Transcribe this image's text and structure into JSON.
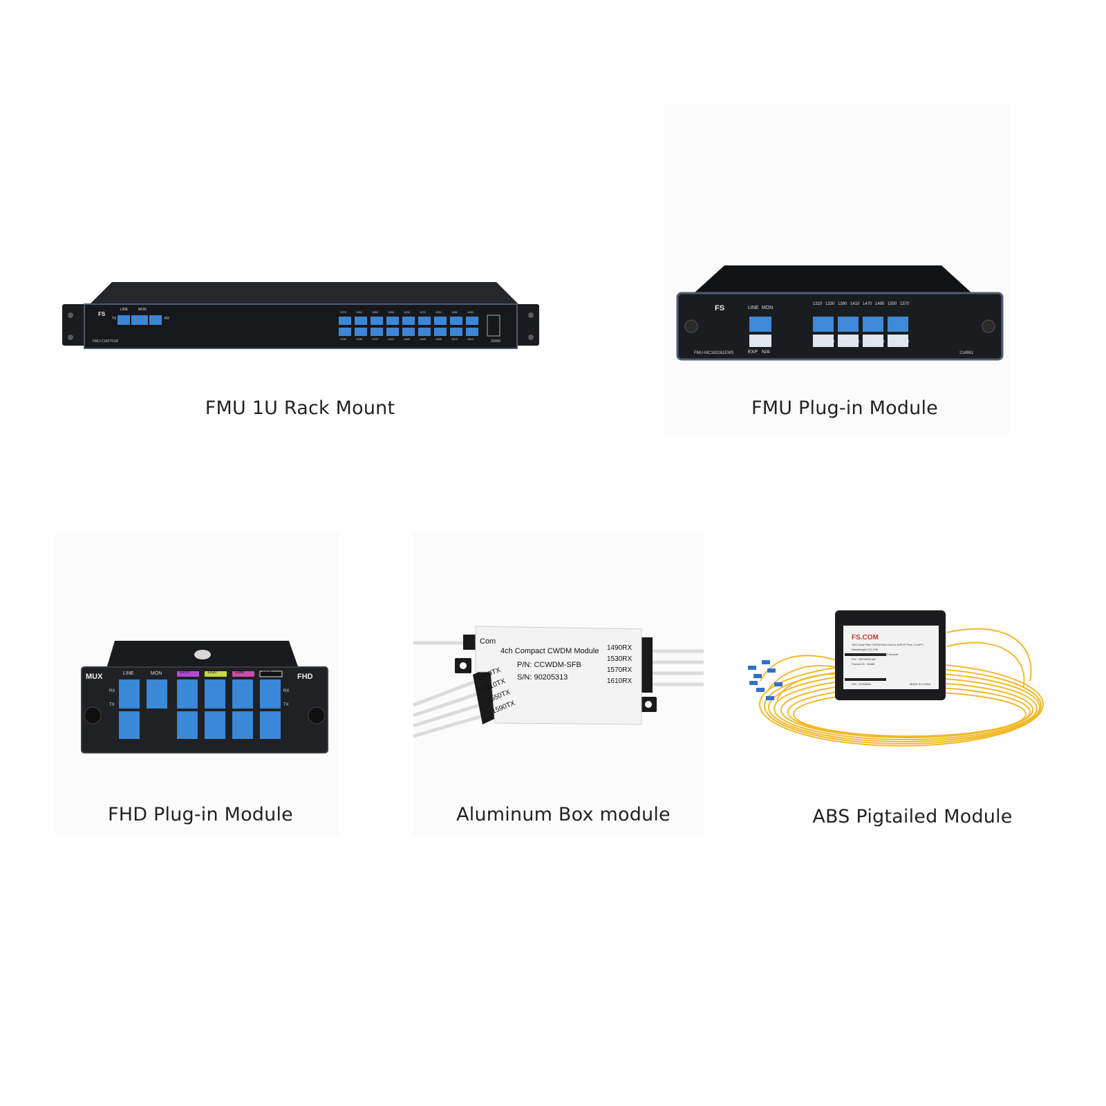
{
  "products": [
    {
      "caption": "FMU 1U Rack Mount",
      "labels": {
        "brand": "FS",
        "line": "LINE",
        "mon": "MON",
        "tx": "TX",
        "rx": "RX",
        "model": "FMU-C182761M",
        "serial": "33469",
        "top_channels": [
          "1270",
          "1310",
          "1350",
          "1390",
          "1430",
          "1470",
          "1510",
          "1550",
          "1590"
        ],
        "bottom_channels": [
          "1290",
          "1330",
          "1370",
          "1410",
          "1450",
          "1490",
          "1530",
          "1570",
          "1610"
        ]
      }
    },
    {
      "caption": "FMU Plug-in Module",
      "labels": {
        "brand": "FS",
        "line": "LINE",
        "mon": "MON",
        "exp": "EXP",
        "na": "N/A",
        "model": "FMU-MC163161EMS",
        "serial": "214981",
        "top_channels": [
          "1310",
          "1330",
          "1390",
          "1410",
          "1470",
          "1490",
          "1550",
          "1570"
        ],
        "bottom_channels": [
          "1350",
          "1370",
          "1430",
          "1450",
          "1510",
          "1530",
          "1590",
          "1610"
        ]
      }
    },
    {
      "caption": "FHD Plug-in Module",
      "labels": {
        "mux": "MUX",
        "fhd": "FHD",
        "line": "LINE",
        "mon": "MON",
        "rx": "RX",
        "tx": "TX",
        "channels": [
          "1270",
          "1310",
          "1350",
          "1430"
        ]
      }
    },
    {
      "caption": "Aluminum Box module",
      "labels": {
        "com": "Com",
        "title": "4ch Compact CWDM Module",
        "pn": "P/N: CCWDM-SFB",
        "sn": "S/N: 90205313",
        "rx_ports": [
          "1490RX",
          "1530RX",
          "1570RX",
          "1610RX"
        ],
        "tx_ports": [
          "1470TX",
          "1510TX",
          "1550TX",
          "1590TX"
        ]
      }
    },
    {
      "caption": "ABS Pigtailed Module",
      "labels": {
        "brand": "FS.COM",
        "line1": "18ch Dual Fiber CWDM Mux Demux,W/EXP Port, LC/UPC",
        "line2": "Wavelength:C21-C36",
        "line3": "Housing: Splice pigtailed ABS Module",
        "pn": "P/N : 18CWDM-MD",
        "product_id": "Product ID : 46469",
        "sn": "S/N : 92068356",
        "made": "MADE IN CHINA"
      }
    }
  ],
  "colors": {
    "chassis": "#1d1e21",
    "chassis_edge": "#4a5b70",
    "adapter_blue": "#2f7fd0",
    "fiber_yellow": "#f4b41a",
    "aluminum": "#f2f2f2"
  }
}
